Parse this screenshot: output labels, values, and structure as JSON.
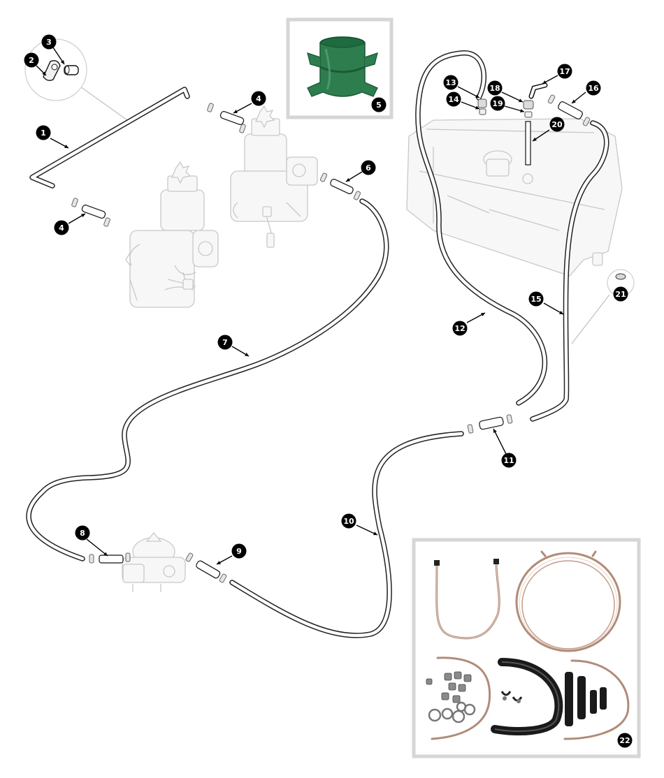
{
  "diagram": {
    "callouts": [
      {
        "id": "1",
        "label": "1"
      },
      {
        "id": "2",
        "label": "2"
      },
      {
        "id": "3",
        "label": "3"
      },
      {
        "id": "4a",
        "label": "4"
      },
      {
        "id": "4b",
        "label": "4"
      },
      {
        "id": "5",
        "label": "5"
      },
      {
        "id": "6",
        "label": "6"
      },
      {
        "id": "7",
        "label": "7"
      },
      {
        "id": "8",
        "label": "8"
      },
      {
        "id": "9",
        "label": "9"
      },
      {
        "id": "10",
        "label": "10"
      },
      {
        "id": "11",
        "label": "11"
      },
      {
        "id": "12",
        "label": "12"
      },
      {
        "id": "13",
        "label": "13"
      },
      {
        "id": "14",
        "label": "14"
      },
      {
        "id": "15",
        "label": "15"
      },
      {
        "id": "16",
        "label": "16"
      },
      {
        "id": "17",
        "label": "17"
      },
      {
        "id": "18",
        "label": "18"
      },
      {
        "id": "19",
        "label": "19"
      },
      {
        "id": "20",
        "label": "20"
      },
      {
        "id": "21",
        "label": "21"
      },
      {
        "id": "22",
        "label": "22"
      }
    ],
    "colors": {
      "callout_fill": "#000000",
      "clip_green": "#2e7d4f",
      "copper_pipe": "#b08c78",
      "ghost_outline": "#c8c8c8",
      "inset_border": "#d6d6d6"
    }
  }
}
